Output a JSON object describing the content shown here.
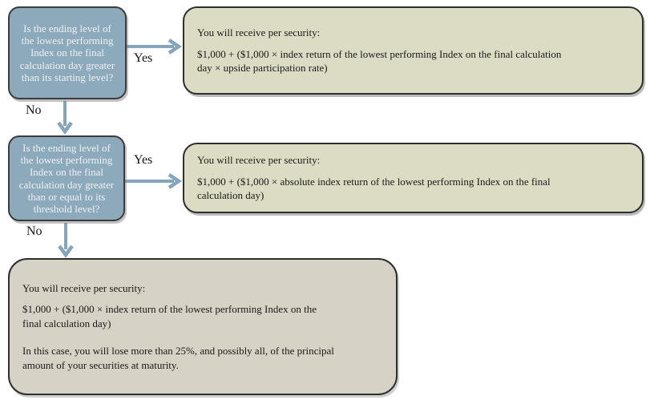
{
  "colors": {
    "question_box_bg": "#8da9bc",
    "question_box_text": "#eef2f4",
    "payout_box_bg": "#dcdcc4",
    "final_box_bg": "#d6d2c5",
    "box_border": "#2e2e2e",
    "arrow": "#85a5bc",
    "background": "#ffffff"
  },
  "flowchart": {
    "question_starting": {
      "text": "Is the ending level of\nthe lowest performing\nIndex on the final\ncalculation day greater\nthan its starting level?"
    },
    "question_threshold": {
      "text": "Is the ending level of\nthe lowest performing\nIndex on the final\ncalculation day greater\nthan or equal to its\nthreshold level?"
    },
    "payout_upside": {
      "title": "You will receive per security:",
      "formula": "$1,000 + ($1,000 × index return of the lowest performing Index on the final calculation\nday × upside participation rate)"
    },
    "payout_absolute": {
      "title": "You will receive per security:",
      "formula": "$1,000 + ($1,000 × absolute index return of the lowest performing Index on the final\ncalculation day)"
    },
    "payout_loss": {
      "title": "You will receive per security:",
      "formula": "$1,000 + ($1,000 × index return of the lowest performing Index on the\nfinal calculation day)",
      "note": "In this case, you will lose more than 25%, and possibly all, of the principal\namount of your securities at maturity."
    },
    "labels": {
      "yes1": "Yes",
      "no1": "No",
      "yes2": "Yes",
      "no2": "No"
    }
  }
}
